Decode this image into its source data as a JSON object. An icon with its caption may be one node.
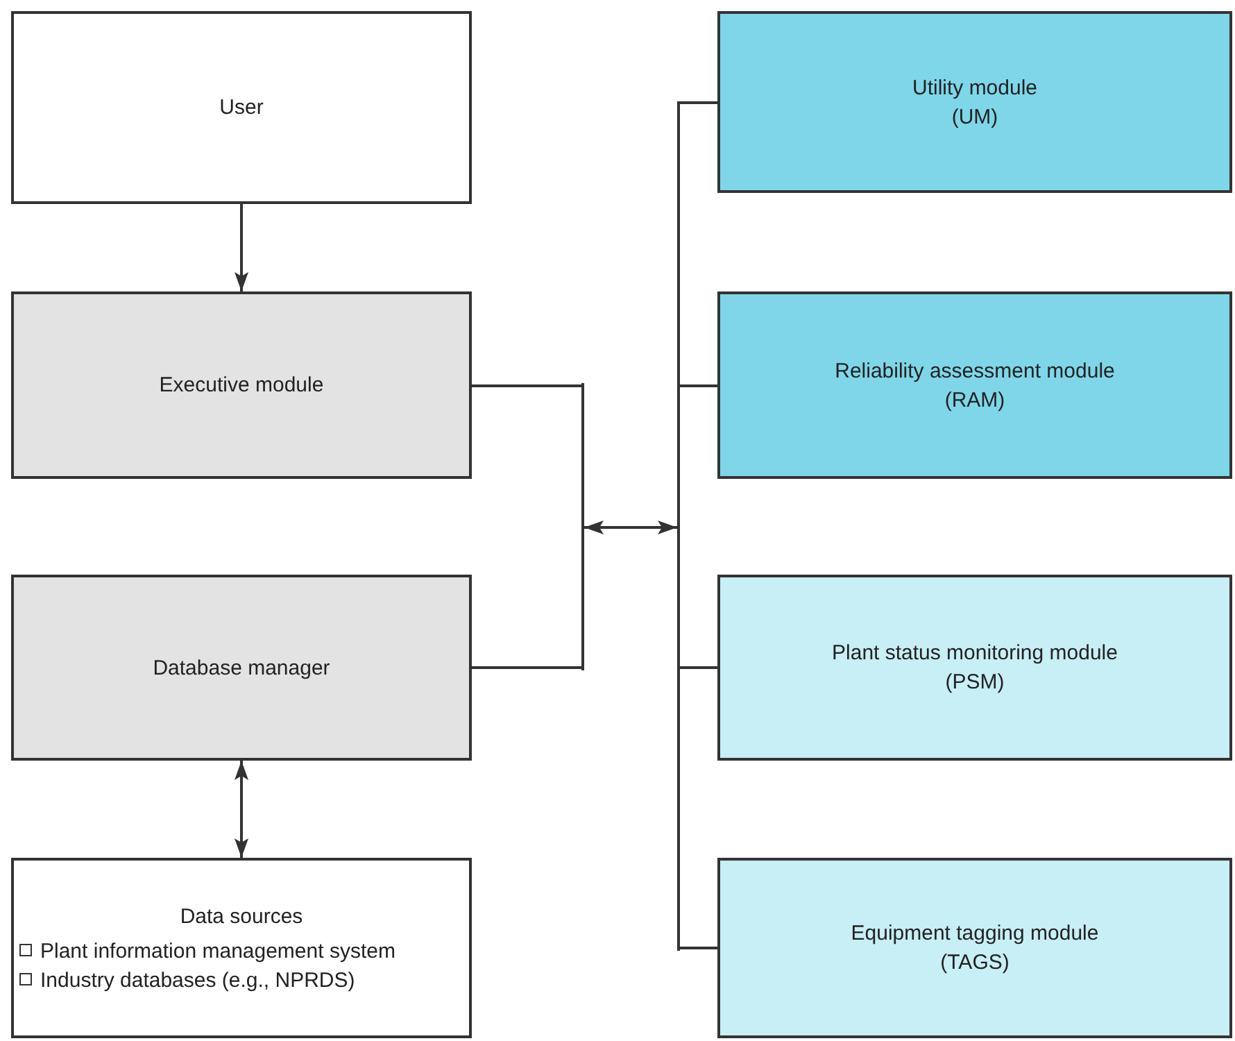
{
  "diagram": {
    "nodes": [
      {
        "text": [
          "User"
        ]
      },
      {
        "text": [
          "Executive module"
        ]
      },
      {
        "text": [
          "Database manager"
        ]
      },
      {
        "text": [
          "Data sources",
          "Plant information management system",
          "Industry databases (e.g., NPRDS)"
        ]
      },
      {
        "text": [
          "Utility module (UM)"
        ]
      },
      {
        "text": [
          "Reliability assessment module (RAM)"
        ]
      },
      {
        "text": [
          "Plant status monitoring module (PSM)"
        ]
      },
      {
        "text": [
          "Equipment tagging module (TAGS)"
        ]
      },
      {
        "text": [],
        "shape": "bar"
      },
      {
        "text": [],
        "shape": "bar"
      }
    ],
    "edges": [
      {
        "from": 0,
        "to": 1,
        "arrow": "to"
      },
      {
        "from": 2,
        "to": 3,
        "arrow": "both"
      },
      {
        "from": 1,
        "to": 8,
        "arrow": "none"
      },
      {
        "from": 2,
        "to": 8,
        "arrow": "none"
      },
      {
        "from": 8,
        "to": 9,
        "arrow": "both"
      },
      {
        "from": 9,
        "to": 4,
        "arrow": "none"
      },
      {
        "from": 9,
        "to": 5,
        "arrow": "none"
      },
      {
        "from": 9,
        "to": 6,
        "arrow": "none"
      },
      {
        "from": 9,
        "to": 7,
        "arrow": "none"
      }
    ]
  }
}
